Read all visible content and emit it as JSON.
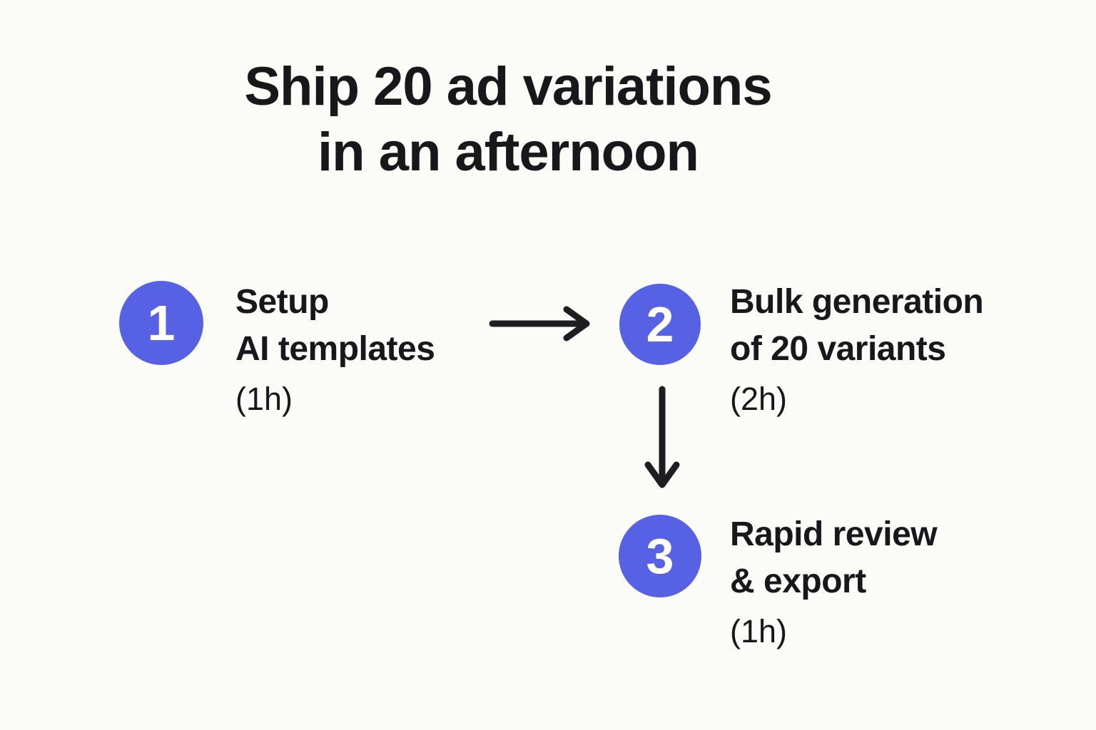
{
  "title": {
    "line1": "Ship 20 ad variations",
    "line2": "in an afternoon"
  },
  "steps": [
    {
      "number": "1",
      "label_line1": "Setup",
      "label_line2": "AI templates",
      "duration": "(1h)"
    },
    {
      "number": "2",
      "label_line1": "Bulk generation",
      "label_line2": "of 20 variants",
      "duration": "(2h)"
    },
    {
      "number": "3",
      "label_line1": "Rapid review",
      "label_line2": "& export",
      "duration": "(1h)"
    }
  ],
  "icons": {
    "between_step1_step2": "arrow-right-icon",
    "between_step2_step3": "arrow-down-icon"
  },
  "colors": {
    "bg": "#FBFBF8",
    "ink": "#17171C",
    "accent": "#5661E3",
    "arrow": "#1D1D22",
    "number": "#FFFFFF"
  }
}
